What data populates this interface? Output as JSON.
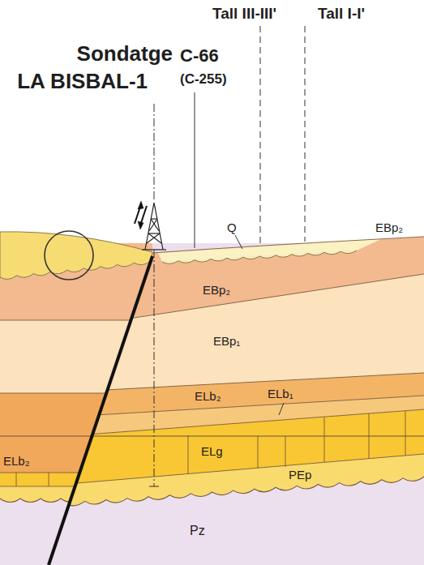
{
  "diagram": {
    "labels": [
      "Tall III-III'",
      "Tall I-I'",
      "Sondatge",
      "LA BISBAL-1",
      "C-66",
      "(C-255)",
      "Q",
      "EBp₂",
      "EBp₂",
      "EBp₁",
      "ELb₂",
      "ELb₁",
      "ELb₂",
      "ELg",
      "PEp",
      "Pz"
    ]
  }
}
